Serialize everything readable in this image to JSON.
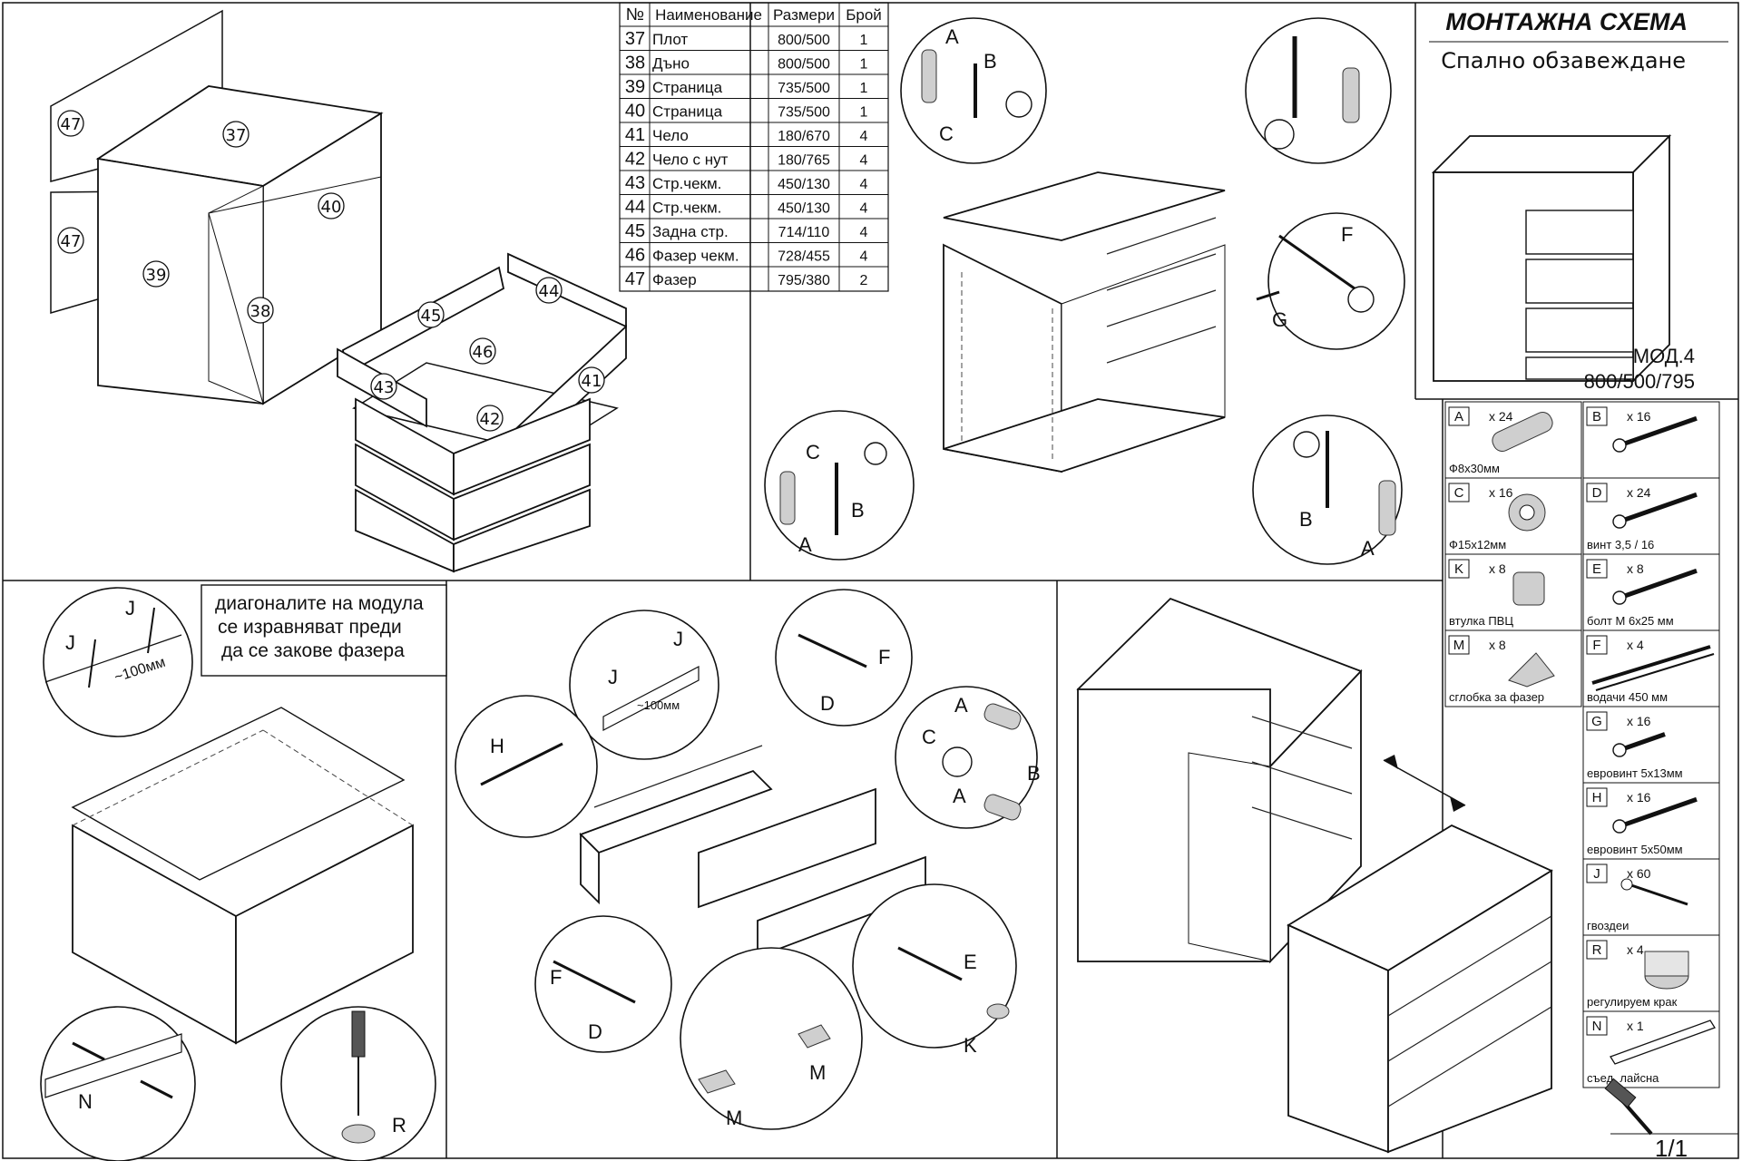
{
  "header": {
    "title": "МОНТАЖНА СХЕМА",
    "subtitle": "Спално обзавеждане",
    "model": "МОД.4",
    "dimensions": "800/500/795"
  },
  "parts_table": {
    "headers": [
      "№",
      "Наименование",
      "Размери",
      "Брой"
    ],
    "rows": [
      {
        "no": "37",
        "name": "Плот",
        "size": "800/500",
        "qty": "1"
      },
      {
        "no": "38",
        "name": "Дъно",
        "size": "800/500",
        "qty": "1"
      },
      {
        "no": "39",
        "name": "Страница",
        "size": "735/500",
        "qty": "1"
      },
      {
        "no": "40",
        "name": "Страница",
        "size": "735/500",
        "qty": "1"
      },
      {
        "no": "41",
        "name": "Чело",
        "size": "180/670",
        "qty": "4"
      },
      {
        "no": "42",
        "name": "Чело с нут",
        "size": "180/765",
        "qty": "4"
      },
      {
        "no": "43",
        "name": "Стр.чекм.",
        "size": "450/130",
        "qty": "4"
      },
      {
        "no": "44",
        "name": "Стр.чекм.",
        "size": "450/130",
        "qty": "4"
      },
      {
        "no": "45",
        "name": "Задна стр.",
        "size": "714/110",
        "qty": "4"
      },
      {
        "no": "46",
        "name": "Фазер чекм.",
        "size": "728/455",
        "qty": "4"
      },
      {
        "no": "47",
        "name": "Фазер",
        "size": "795/380",
        "qty": "2"
      }
    ]
  },
  "hardware": [
    {
      "code": "A",
      "qty": "x 24",
      "label": "Ф8x30мм",
      "icon": "dowel-icon"
    },
    {
      "code": "B",
      "qty": "x 16",
      "label": "",
      "icon": "cam-bolt-icon"
    },
    {
      "code": "C",
      "qty": "x 16",
      "label": "Ф15x12мм",
      "icon": "cam-lock-icon"
    },
    {
      "code": "D",
      "qty": "x 24",
      "label": "винт 3,5 / 16",
      "icon": "wood-screw-icon"
    },
    {
      "code": "K",
      "qty": "x 8",
      "label": "втулка ПВЦ",
      "icon": "pvc-sleeve-icon"
    },
    {
      "code": "E",
      "qty": "x 8",
      "label": "болт М 6x25 мм",
      "icon": "bolt-icon"
    },
    {
      "code": "M",
      "qty": "x 8",
      "label": "сглобка за фазер",
      "icon": "fiberboard-clip-icon"
    },
    {
      "code": "F",
      "qty": "x 4",
      "label": "водачи 450 мм",
      "icon": "drawer-slide-icon"
    },
    {
      "code": "G",
      "qty": "x 16",
      "label": "евровинт 5x13мм",
      "icon": "euro-screw-short-icon"
    },
    {
      "code": "H",
      "qty": "x 16",
      "label": "евровинт 5x50мм",
      "icon": "euro-screw-long-icon"
    },
    {
      "code": "J",
      "qty": "x 60",
      "label": "гвоздеи",
      "icon": "nail-icon"
    },
    {
      "code": "R",
      "qty": "x 4",
      "label": "регулируем крак",
      "icon": "adjustable-foot-icon"
    },
    {
      "code": "N",
      "qty": "x 1",
      "label": "съед. лайсна",
      "icon": "joining-strip-icon"
    }
  ],
  "callouts": {
    "p37": "37",
    "p38": "38",
    "p39": "39",
    "p40": "40",
    "p41": "41",
    "p42": "42",
    "p43": "43",
    "p44": "44",
    "p45": "45",
    "p46": "46",
    "p47a": "47",
    "p47b": "47"
  },
  "letters": {
    "A": "A",
    "B": "B",
    "C": "C",
    "D": "D",
    "E": "E",
    "F": "F",
    "G": "G",
    "H": "H",
    "J": "J",
    "K": "K",
    "M": "M",
    "N": "N",
    "R": "R"
  },
  "note": {
    "line1": "диагоналите на модула",
    "line2": "се изравняват преди",
    "line3": "да се закове фазера"
  },
  "measure": {
    "nail_spacing": "~100мм",
    "drawer_spacing": "~100мм"
  },
  "page_number": "1/1"
}
